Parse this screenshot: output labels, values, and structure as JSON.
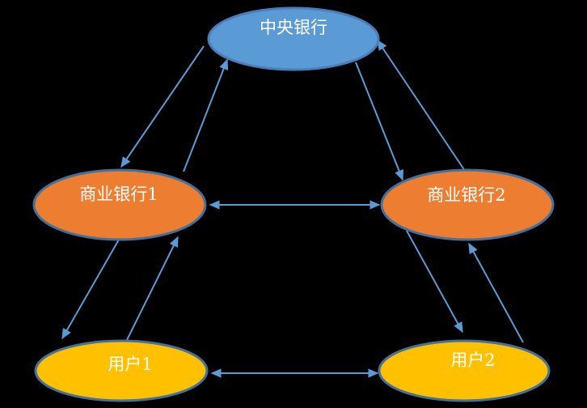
{
  "diagram": {
    "title": "bank-hierarchy-network",
    "background_color": "#000000",
    "arrow_color": "#5B9BD5",
    "nodes": [
      {
        "id": "central-bank",
        "label": "中央银行",
        "shape": "ellipse",
        "fill": "#5B9BD5",
        "border": "#4A7EBB",
        "text_color": "#FFFFFF",
        "level": "top"
      },
      {
        "id": "commercial-bank-1",
        "label": "商业银行1",
        "shape": "ellipse",
        "fill": "#ED7D31",
        "border": "#41719C",
        "text_color": "#FFFFFF",
        "level": "middle"
      },
      {
        "id": "commercial-bank-2",
        "label": "商业银行2",
        "shape": "ellipse",
        "fill": "#ED7D31",
        "border": "#41719C",
        "text_color": "#FFFFFF",
        "level": "middle"
      },
      {
        "id": "user-1",
        "label": "用户1",
        "shape": "ellipse",
        "fill": "#FFC000",
        "border": "#41719C",
        "text_color": "#FFFFFF",
        "level": "bottom"
      },
      {
        "id": "user-2",
        "label": "用户2",
        "shape": "ellipse",
        "fill": "#FFC000",
        "border": "#41719C",
        "text_color": "#FFFFFF",
        "level": "bottom"
      }
    ],
    "edges": [
      {
        "from": "central-bank",
        "to": "commercial-bank-1",
        "bidirectional": true,
        "style": "pair-of-single-arrows"
      },
      {
        "from": "central-bank",
        "to": "commercial-bank-2",
        "bidirectional": true,
        "style": "pair-of-single-arrows"
      },
      {
        "from": "commercial-bank-1",
        "to": "user-1",
        "bidirectional": true,
        "style": "pair-of-single-arrows"
      },
      {
        "from": "commercial-bank-2",
        "to": "user-2",
        "bidirectional": true,
        "style": "pair-of-single-arrows"
      },
      {
        "from": "commercial-bank-1",
        "to": "commercial-bank-2",
        "bidirectional": true,
        "style": "double-headed-line"
      },
      {
        "from": "user-1",
        "to": "user-2",
        "bidirectional": true,
        "style": "double-headed-line"
      }
    ]
  }
}
